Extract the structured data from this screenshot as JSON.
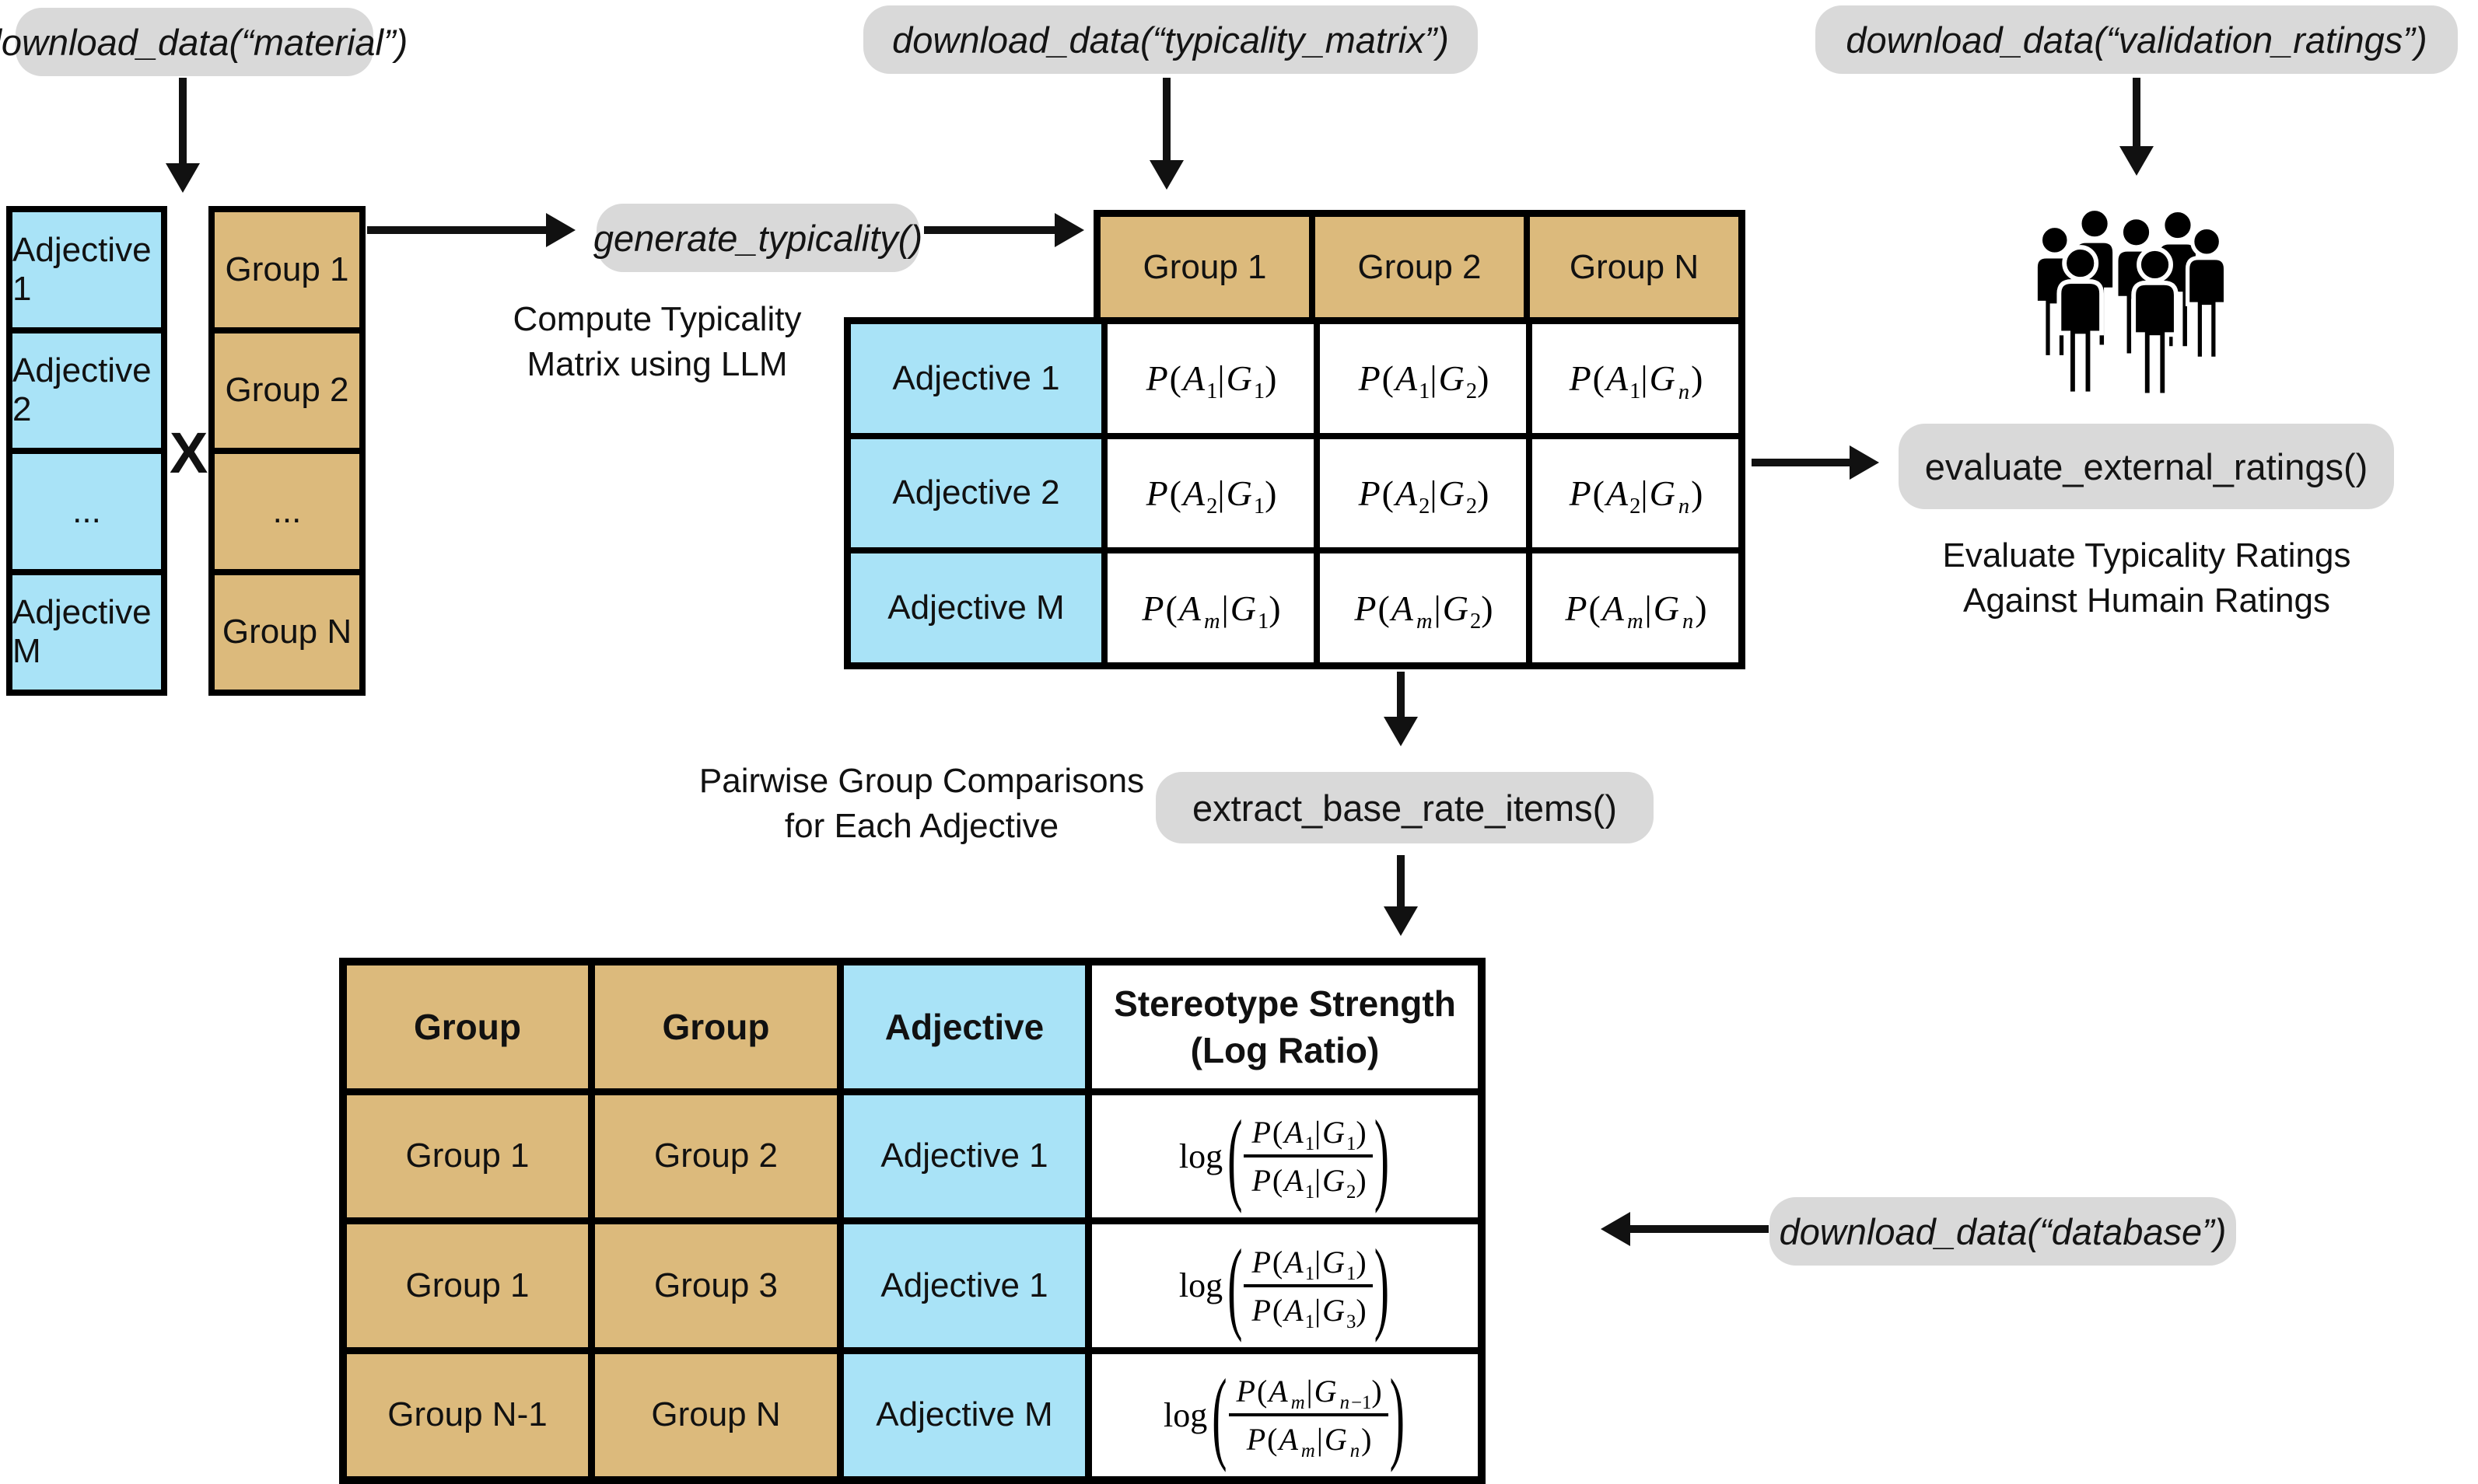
{
  "colors": {
    "pill_bg": "#d9d9d9",
    "adjective_blue": "#a9e3f7",
    "group_tan": "#dcba7c",
    "line_black": "#111111",
    "background": "#ffffff"
  },
  "pills": {
    "material": "download_data(“material”)",
    "typicality_matrix": "download_data(“typicality_matrix”)",
    "validation_ratings": "download_data(“validation_ratings”)",
    "database": "download_data(“database”)",
    "generate_typicality": "generate_typicality()",
    "evaluate_external_ratings": "evaluate_external_ratings()",
    "extract_base_rate_items": "extract_base_rate_items()"
  },
  "top_left": {
    "adjective_column": [
      "Adjective 1",
      "Adjective 2",
      "...",
      "Adjective M"
    ],
    "group_column": [
      "Group 1",
      "Group 2",
      "...",
      "Group N"
    ],
    "cross_operator": "X",
    "caption_compute": [
      "Compute Typicality",
      "Matrix using LLM"
    ]
  },
  "matrix": {
    "col_headers": [
      "Group 1",
      "Group 2",
      "Group N"
    ],
    "row_headers": [
      "Adjective 1",
      "Adjective 2",
      "Adjective M"
    ],
    "cells": [
      [
        "P(A_1|G_1)",
        "P(A_1|G_2)",
        "P(A_1|G_n)"
      ],
      [
        "P(A_2|G_1)",
        "P(A_2|G_2)",
        "P(A_2|G_n)"
      ],
      [
        "P(A_m|G_1)",
        "P(A_m|G_2)",
        "P(A_m|G_n)"
      ]
    ]
  },
  "validation": {
    "people_icon": "crowd-icon",
    "caption_evaluate": [
      "Evaluate Typicality Ratings",
      "Against Humain Ratings"
    ]
  },
  "extract": {
    "caption_pairwise": [
      "Pairwise Group Comparisons",
      "for Each Adjective"
    ]
  },
  "base_rate_table": {
    "headers": {
      "group_a": "Group",
      "group_b": "Group",
      "adjective": "Adjective",
      "strength": [
        "Stereotype Strength",
        "(Log Ratio)"
      ]
    },
    "rows": [
      {
        "group_a": "Group 1",
        "group_b": "Group 2",
        "adjective": "Adjective 1",
        "log_num": "P(A_1|G_1)",
        "log_den": "P(A_1|G_2)"
      },
      {
        "group_a": "Group 1",
        "group_b": "Group 3",
        "adjective": "Adjective 1",
        "log_num": "P(A_1|G_1)",
        "log_den": "P(A_1|G_3)"
      },
      {
        "group_a": "Group N-1",
        "group_b": "Group N",
        "adjective": "Adjective M",
        "log_num": "P(A_m|G_{n-1})",
        "log_den": "P(A_m|G_n)"
      }
    ]
  }
}
